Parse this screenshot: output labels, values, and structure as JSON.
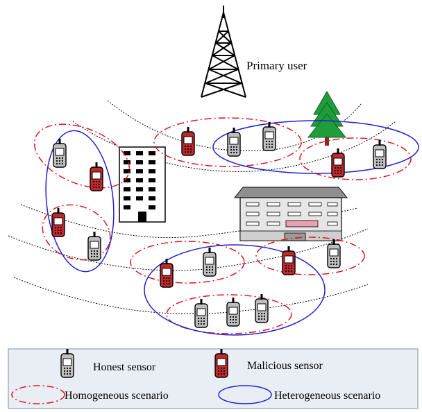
{
  "diagram": {
    "tower_label": "Primary user"
  },
  "legend": {
    "honest_label": "Honest sensor",
    "malicious_label": "Malicious sensor",
    "homogeneous_label": "Homogeneous scenario",
    "heterogeneous_label": "Heterogeneous scenario"
  },
  "colors": {
    "honest_body": "#bfbfbf",
    "malicious_body": "#c0282d",
    "homogeneous_ellipse": "#e0141e",
    "heterogeneous_ellipse": "#1f1fd2",
    "legend_background": "#e9eef5"
  },
  "icons": {
    "tower": "radio-tower-icon",
    "tree": "tree-icon",
    "tall_building": "office-building-icon",
    "wide_building": "hospital-building-icon",
    "sensor": "mobile-phone-icon"
  }
}
